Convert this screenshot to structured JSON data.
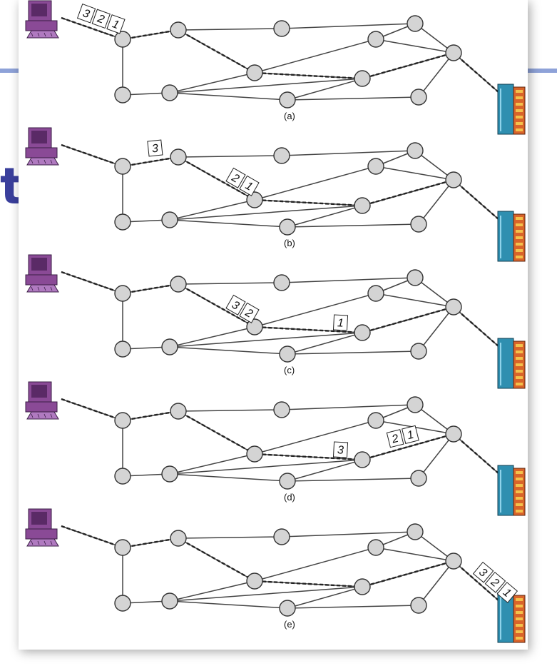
{
  "slide": {
    "title_fragment": "t"
  },
  "diagram": {
    "panels": [
      {
        "caption": "(a)",
        "packet_groups": [
          {
            "at": "host",
            "labels": [
              "3",
              "2",
              "1"
            ]
          }
        ]
      },
      {
        "caption": "(b)",
        "packet_groups": [
          {
            "at": "link-r1-r2",
            "labels": [
              "3"
            ]
          },
          {
            "at": "link-r2-r3",
            "labels": [
              "2",
              "1"
            ]
          }
        ]
      },
      {
        "caption": "(c)",
        "packet_groups": [
          {
            "at": "link-r2-r3",
            "labels": [
              "3",
              "2"
            ]
          },
          {
            "at": "link-r3-r4",
            "labels": [
              "1"
            ]
          }
        ]
      },
      {
        "caption": "(d)",
        "packet_groups": [
          {
            "at": "link-r3-r4",
            "labels": [
              "3"
            ]
          },
          {
            "at": "link-r4-r5",
            "labels": [
              "2",
              "1"
            ]
          }
        ]
      },
      {
        "caption": "(e)",
        "packet_groups": [
          {
            "at": "server",
            "labels": [
              "3",
              "2",
              "1"
            ]
          }
        ]
      }
    ],
    "colors": {
      "host_computer": "#8a4a96",
      "server_body": "#2f8fb0",
      "server_panel": "#d9642a",
      "node_fill": "#d4d4d4",
      "accent_band": "#8ea2d8",
      "title_text": "#3a3f9c"
    },
    "icons": [
      "desktop-computer-icon",
      "server-tower-icon"
    ]
  }
}
